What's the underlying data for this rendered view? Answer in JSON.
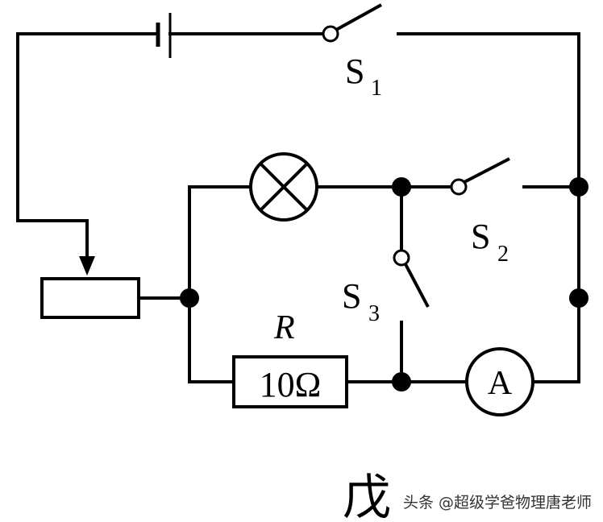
{
  "labels": {
    "s1": "S",
    "s1_sub": "1",
    "s2": "S",
    "s2_sub": "2",
    "s3": "S",
    "s3_sub": "3",
    "r_symbol": "R",
    "resistor_value": "10Ω",
    "ammeter": "A",
    "figure_label": "戊",
    "watermark": "头条 @超级学爸物理唐老师"
  }
}
